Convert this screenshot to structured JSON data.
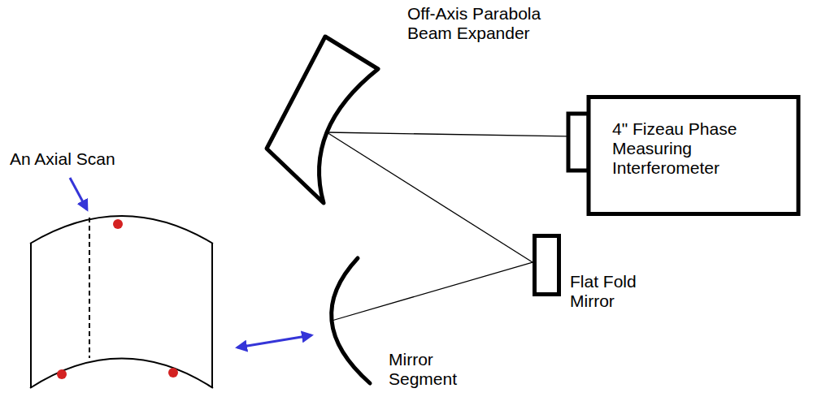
{
  "diagram": {
    "nodes": [
      {
        "text": [
          "Off-Axis Parabola Beam Expander"
        ]
      },
      {
        "text": [
          "4\" Fizeau Phase Measuring Interferometer"
        ]
      },
      {
        "text": [
          "Flat Fold Mirror"
        ]
      },
      {
        "text": [
          "Mirror Segment"
        ]
      }
    ],
    "edges": [
      {
        "from": 1,
        "to": 0,
        "arrow": "none"
      },
      {
        "from": 0,
        "to": 2,
        "arrow": "none"
      },
      {
        "from": 2,
        "to": 3,
        "arrow": "none"
      }
    ],
    "labels": [
      "An Axial Scan"
    ]
  }
}
